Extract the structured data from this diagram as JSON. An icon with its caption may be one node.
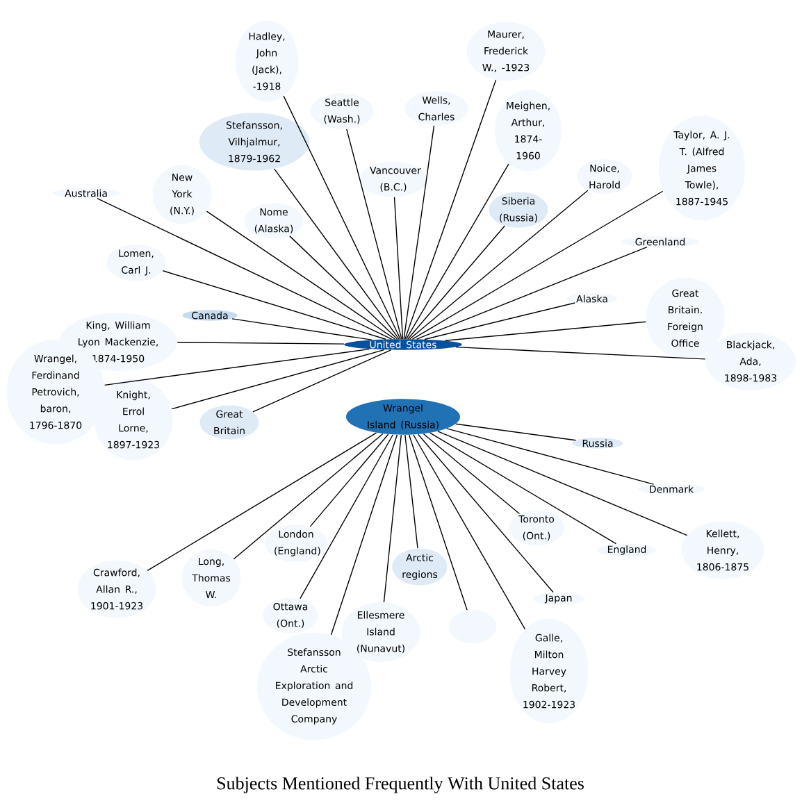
{
  "diagram": {
    "title": "Subjects Mentioned Frequently With United States",
    "nodes": [
      {
        "text": [
          "United States"
        ]
      },
      {
        "text": [
          "Wrangel Island (Russia)"
        ]
      },
      {
        "text": [
          "Seattle (Wash.)"
        ]
      },
      {
        "text": [
          "Hadley, John (Jack), -1918"
        ]
      },
      {
        "text": [
          "New York (N.Y.)"
        ]
      },
      {
        "text": [
          "Wells, Charles"
        ]
      },
      {
        "text": [
          "Maurer, Frederick W., -1923"
        ]
      },
      {
        "text": [
          "Australia"
        ]
      },
      {
        "text": [
          "Nome (Alaska)"
        ]
      },
      {
        "text": [
          "Vancouver (B.C.)"
        ]
      },
      {
        "text": [
          "Meighen, Arthur, 1874-1960"
        ]
      },
      {
        "text": [
          "King, William Lyon Mackenzie, 1874-1950"
        ]
      },
      {
        "text": [
          "Taylor, A. J. T. (Alfred James Towle), 1887-1945"
        ]
      },
      {
        "text": [
          "Stefansson, Vilhjalmur, 1879-1962"
        ]
      },
      {
        "text": [
          "Siberia (Russia)"
        ]
      },
      {
        "text": [
          "Lomen, Carl J."
        ]
      },
      {
        "text": [
          "Noice, Harold"
        ]
      },
      {
        "text": [
          "Greenland"
        ]
      },
      {
        "text": [
          "Knight, Errol Lorne, 1897-1923"
        ]
      },
      {
        "text": [
          "Great Britain"
        ]
      },
      {
        "text": [
          "Canada"
        ]
      },
      {
        "text": [
          "Wrangel, Ferdinand Petrovich, baron, 1796-1870"
        ]
      },
      {
        "text": [
          "Great Britain. Foreign Office"
        ]
      },
      {
        "text": [
          "Alaska"
        ]
      },
      {
        "text": [
          "Crawford, Allan R., 1901-1923"
        ]
      },
      {
        "text": [
          "Blackjack, Ada, 1898-1983"
        ]
      },
      {
        "text": [
          "Russia"
        ]
      },
      {
        "text": [
          "Long, Thomas W."
        ]
      },
      {
        "text": [
          "Denmark"
        ]
      },
      {
        "text": [
          "London (England)"
        ]
      },
      {
        "text": [
          "Arctic regions"
        ]
      },
      {
        "text": [
          "Stefansson Arctic Exploration and Development Company"
        ]
      },
      {
        "text": [
          "Ellesmere Island (Nunavut)"
        ]
      },
      {
        "text": [
          "England"
        ]
      },
      {
        "text": [
          "Kellett, Henry, 1806-1875"
        ]
      },
      {
        "text": [
          "Toronto (Ont.)"
        ]
      },
      {
        "text": [
          "Ottawa (Ont.)"
        ]
      },
      {
        "text": [
          "Galle, Milton Harvey Robert, 1902-1923"
        ]
      },
      {
        "text": [],
        "shape": "circle"
      },
      {
        "text": [
          "Japan"
        ]
      }
    ],
    "edges": [
      {
        "from": 0,
        "to": 2,
        "arrow": "none"
      },
      {
        "from": 0,
        "to": 3,
        "arrow": "none"
      },
      {
        "from": 0,
        "to": 4,
        "arrow": "none"
      },
      {
        "from": 0,
        "to": 5,
        "arrow": "none"
      },
      {
        "from": 0,
        "to": 6,
        "arrow": "none"
      },
      {
        "from": 0,
        "to": 7,
        "arrow": "none"
      },
      {
        "from": 0,
        "to": 8,
        "arrow": "none"
      },
      {
        "from": 0,
        "to": 9,
        "arrow": "none"
      },
      {
        "from": 0,
        "to": 10,
        "arrow": "none"
      },
      {
        "from": 0,
        "to": 11,
        "arrow": "none"
      },
      {
        "from": 0,
        "to": 12,
        "arrow": "none"
      },
      {
        "from": 0,
        "to": 13,
        "arrow": "none"
      },
      {
        "from": 0,
        "to": 14,
        "arrow": "none"
      },
      {
        "from": 0,
        "to": 15,
        "arrow": "none"
      },
      {
        "from": 0,
        "to": 16,
        "arrow": "none"
      },
      {
        "from": 0,
        "to": 17,
        "arrow": "none"
      },
      {
        "from": 0,
        "to": 18,
        "arrow": "none"
      },
      {
        "from": 0,
        "to": 19,
        "arrow": "none"
      },
      {
        "from": 0,
        "to": 20,
        "arrow": "none"
      },
      {
        "from": 0,
        "to": 21,
        "arrow": "none"
      },
      {
        "from": 0,
        "to": 22,
        "arrow": "none"
      },
      {
        "from": 0,
        "to": 23,
        "arrow": "none"
      },
      {
        "from": 1,
        "to": 24,
        "arrow": "none"
      },
      {
        "from": 0,
        "to": 25,
        "arrow": "none"
      },
      {
        "from": 1,
        "to": 26,
        "arrow": "none"
      },
      {
        "from": 1,
        "to": 27,
        "arrow": "none"
      },
      {
        "from": 1,
        "to": 28,
        "arrow": "none"
      },
      {
        "from": 1,
        "to": 29,
        "arrow": "none"
      },
      {
        "from": 1,
        "to": 30,
        "arrow": "none"
      },
      {
        "from": 1,
        "to": 31,
        "arrow": "none"
      },
      {
        "from": 1,
        "to": 32,
        "arrow": "none"
      },
      {
        "from": 1,
        "to": 33,
        "arrow": "none"
      },
      {
        "from": 1,
        "to": 34,
        "arrow": "none"
      },
      {
        "from": 1,
        "to": 35,
        "arrow": "none"
      },
      {
        "from": 1,
        "to": 36,
        "arrow": "none"
      },
      {
        "from": 1,
        "to": 37,
        "arrow": "none"
      },
      {
        "from": 1,
        "to": 38,
        "arrow": "none"
      },
      {
        "from": 1,
        "to": 39,
        "arrow": "none"
      }
    ]
  }
}
